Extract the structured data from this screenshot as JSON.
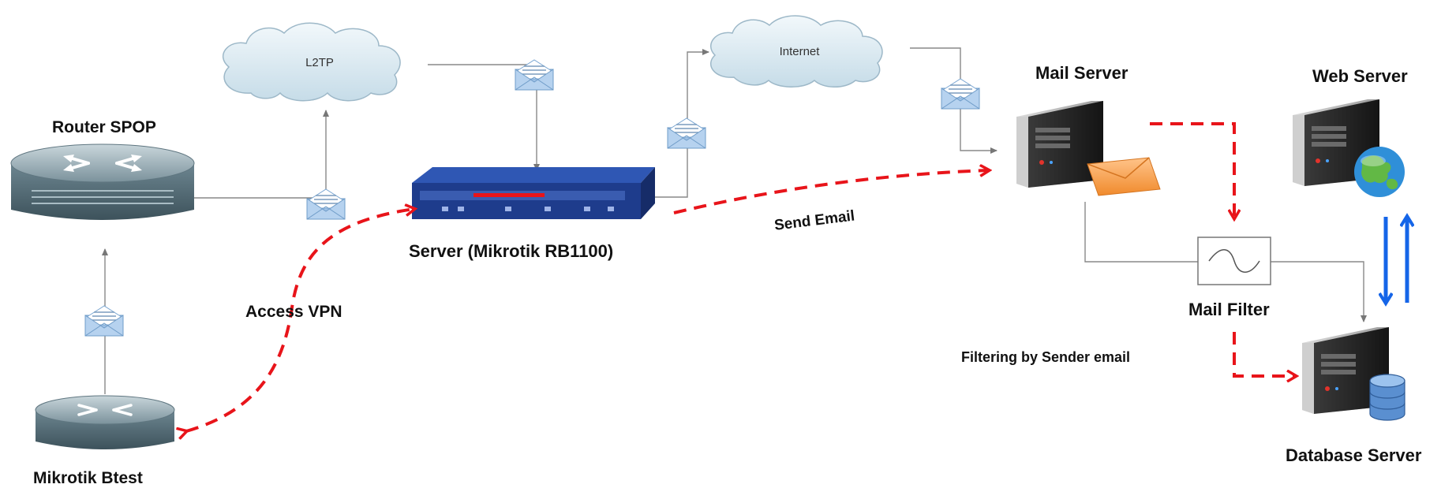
{
  "labels": {
    "router_spop": "Router SPOP",
    "mikrotik_btest": "Mikrotik Btest",
    "server_rb1100": "Server (Mikrotik RB1100)",
    "mail_server": "Mail Server",
    "web_server": "Web Server",
    "mail_filter": "Mail Filter",
    "database_server": "Database Server"
  },
  "clouds": {
    "l2tp": "L2TP",
    "internet": "Internet"
  },
  "annotations": {
    "access_vpn": "Access VPN",
    "send_email": "Send Email",
    "filtering": "Filtering by Sender email"
  },
  "colors": {
    "dashed_arrow": "#e8141a",
    "sync_arrow": "#1565e8",
    "link_line": "#888888",
    "router_steel": "#6f8a95",
    "device_blue": "#1e3c8c"
  }
}
